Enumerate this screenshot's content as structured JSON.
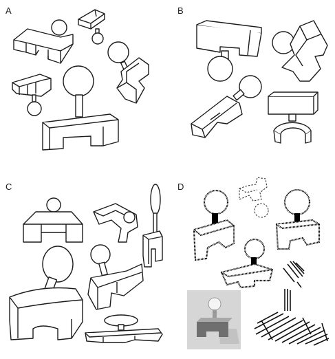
{
  "panels": [
    {
      "id": "A",
      "label": "A"
    },
    {
      "id": "B",
      "label": "B"
    },
    {
      "id": "C",
      "label": "C"
    },
    {
      "id": "D",
      "label": "D"
    }
  ],
  "rendering_styles_panel_d": [
    "outline-dashed",
    "rough-outline",
    "shaded-gray",
    "hatched-lines"
  ]
}
